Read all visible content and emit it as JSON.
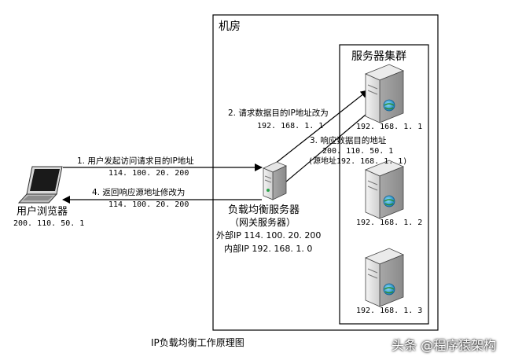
{
  "room": {
    "title": "机房"
  },
  "cluster": {
    "title": "服务器集群",
    "servers": [
      {
        "ip": "192. 168. 1. 1"
      },
      {
        "ip": "192. 168. 1. 2"
      },
      {
        "ip": "192. 168. 1. 3"
      }
    ]
  },
  "client": {
    "label": "用户浏览器",
    "ip": "200. 110. 50. 1"
  },
  "gateway": {
    "label": "负载均衡服务器",
    "sublabel": "（网关服务器）",
    "external": "外部IP 114. 100. 20. 200",
    "internal": "内部IP 192. 168. 1. 0"
  },
  "steps": {
    "s1": {
      "text": "1. 用户发起访问请求目的IP地址",
      "ip": "114. 100. 20. 200"
    },
    "s2": {
      "text": "2. 请求数据目的IP地址改为",
      "ip": "192. 168. 1. 1"
    },
    "s3": {
      "text": "3. 响应数据目的地址",
      "ip": "200. 110. 50. 1",
      "note": "(源地址192. 168. 1. 1)"
    },
    "s4": {
      "text": "4. 返回响应源地址修改为",
      "ip": "114. 100. 20. 200"
    }
  },
  "caption": "IP负载均衡工作原理图",
  "watermark": "头条 @程序猿架构"
}
